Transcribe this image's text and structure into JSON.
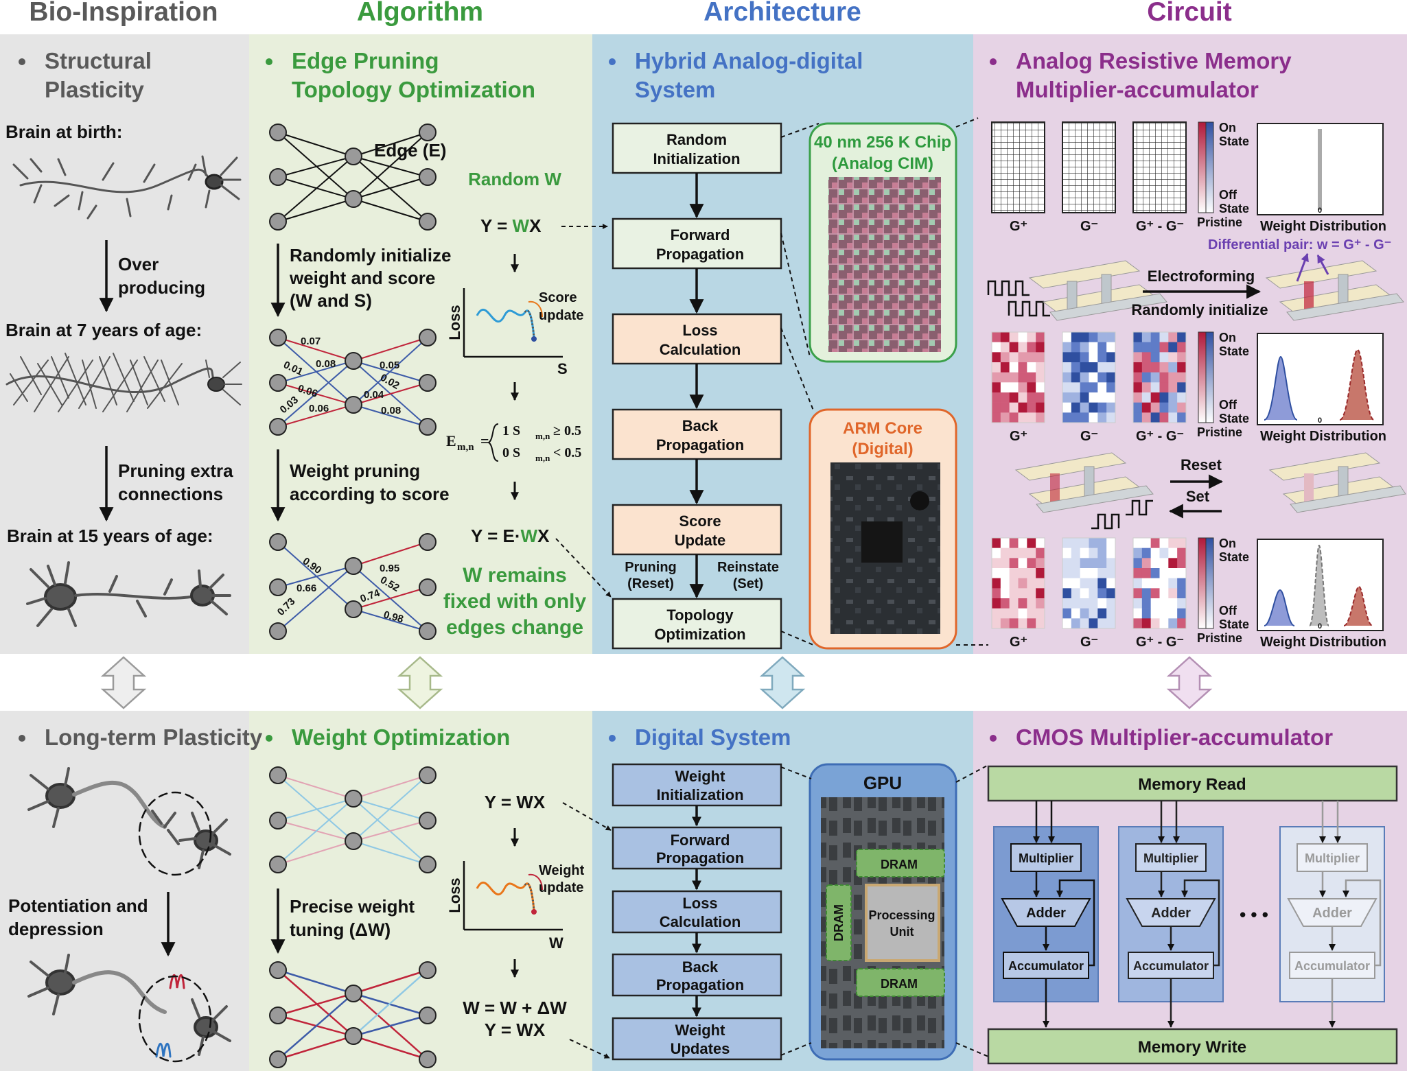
{
  "colors": {
    "bio": "#595959",
    "algo": "#3a9a3e",
    "arch": "#4472c4",
    "circ": "#8b2e8b",
    "bg_bio": "#e5e5e5",
    "bg_algo": "#e8efdc",
    "bg_arch": "#b9d7e4",
    "bg_circ": "#e6d3e5",
    "box_green": "#e9f2e3",
    "box_orange": "#fbe3cf",
    "box_blue": "#a9c1e2",
    "mac_green": "#b9d9a3",
    "mac_blue": "#b7c8e6",
    "red": "#c0243a",
    "blue": "#3d5ba8"
  },
  "headers": {
    "bio": "Bio-Inspiration",
    "algo": "Algorithm",
    "arch": "Architecture",
    "circ": "Circuit"
  },
  "top": {
    "bio": {
      "title_1": "Structural",
      "title_2": "Plasticity",
      "birth": "Brain at birth:",
      "over_1": "Over",
      "over_2": "producing",
      "age7": "Brain at 7 years of age:",
      "prune_1": "Pruning extra",
      "prune_2": "connections",
      "age15": "Brain at 15 years of age:"
    },
    "algo": {
      "title_1": "Edge Pruning",
      "title_2": "Topology Optimization",
      "edge": "Edge (E)",
      "random_w": "Random W",
      "init_1": "Randomly initialize",
      "init_2": "weight and score",
      "init_3": "(W and S)",
      "weights_1": [
        "0.07",
        "0.01",
        "0.08",
        "0.06",
        "0.03",
        "0.06",
        "0.05",
        "0.02",
        "0.04",
        "0.08"
      ],
      "wp_1": "Weight pruning",
      "wp_2": "according to score",
      "weights_2": [
        "0.90",
        "0.66",
        "0.73",
        "0.95",
        "0.52",
        "0.74",
        "0.98"
      ],
      "eq_y": "Y = ",
      "eq_w": "W",
      "eq_x": "X",
      "loss": "Loss",
      "s_axis": "S",
      "score_1": "Score",
      "score_2": "update",
      "e_lhs": "E",
      "e_sub": "m,n",
      "e_eq": "=",
      "e_c1": "1  S",
      "e_c1b": " ≥ 0.5",
      "e_c2": "0  S",
      "e_c2b": " < 0.5",
      "eq2_y": "Y = E",
      "eq2_dot": "·",
      "fixed_1": "W remains",
      "fixed_2": "fixed with only",
      "fixed_3": "edges change"
    },
    "arch": {
      "title_1": "Hybrid Analog-digital",
      "title_2": "System",
      "boxes": [
        [
          "Random",
          "Initialization"
        ],
        [
          "Forward",
          "Propagation"
        ],
        [
          "Loss",
          "Calculation"
        ],
        [
          "Back",
          "Propagation"
        ],
        [
          "Score",
          "Update"
        ],
        [
          "Topology",
          "Optimization"
        ]
      ],
      "pruning_1": "Pruning",
      "pruning_2": "(Reset)",
      "reinstate_1": "Reinstate",
      "reinstate_2": "(Set)",
      "chip_1": "40 nm 256 K Chip",
      "chip_2": "(Analog CIM)",
      "arm_1": "ARM Core",
      "arm_2": "(Digital)"
    },
    "circ": {
      "title_1": "Analog Resistive Memory",
      "title_2": "Multiplier-accumulator",
      "gp": "G⁺",
      "gm": "G⁻",
      "gd": "G⁺ - G⁻",
      "on_1": "On",
      "on_2": "State",
      "off_1": "Off",
      "off_2": "State",
      "pristine": "Pristine",
      "wd": "Weight Distribution",
      "zero": "0",
      "diff": "Differential pair: w = G⁺ - G⁻",
      "electro": "Electroforming",
      "rand_init": "Randomly initialize",
      "reset": "Reset",
      "set": "Set"
    }
  },
  "bottom": {
    "bio": {
      "title": "Long-term Plasticity",
      "pot_1": "Potentiation and",
      "pot_2": "depression"
    },
    "algo": {
      "title": "Weight Optimization",
      "eq1": "Y = WX",
      "tune_1": "Precise weight",
      "tune_2": "tuning (ΔW)",
      "loss": "Loss",
      "w_axis": "W",
      "wu_1": "Weight",
      "wu_2": "update",
      "eq2": "W = W + ΔW",
      "eq3": "Y = WX"
    },
    "arch": {
      "title": "Digital System",
      "boxes": [
        [
          "Weight",
          "Initialization"
        ],
        [
          "Forward",
          "Propagation"
        ],
        [
          "Loss",
          "Calculation"
        ],
        [
          "Back",
          "Propagation"
        ],
        [
          "Weight",
          "Updates"
        ]
      ],
      "gpu": "GPU",
      "dram": "DRAM",
      "pu_1": "Processing",
      "pu_2": "Unit"
    },
    "circ": {
      "title": "CMOS Multiplier-accumulator",
      "read": "Memory Read",
      "write": "Memory Write",
      "mult": "Multiplier",
      "adder": "Adder",
      "acc": "Accumulator",
      "dots": "• • •"
    }
  }
}
